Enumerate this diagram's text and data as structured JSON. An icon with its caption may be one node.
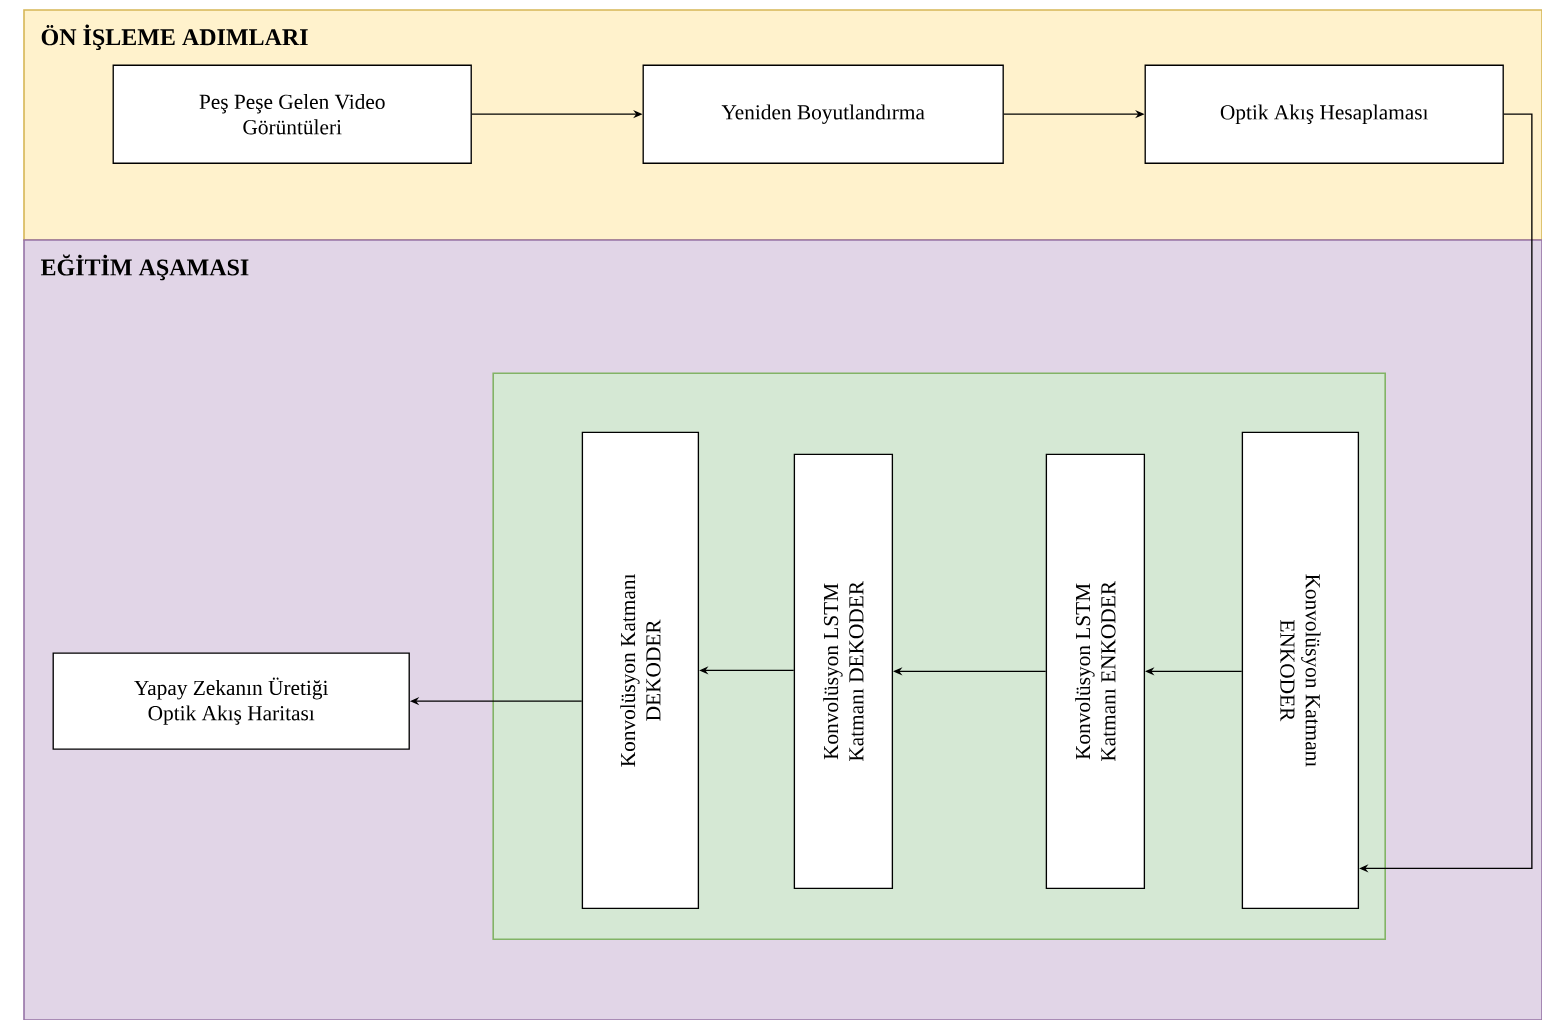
{
  "diagram": {
    "nodes": [
      {
        "text": [
          "ÖN İŞLEME ADIMLARI"
        ]
      },
      {
        "text": [
          "Peş Peşe Gelen Video Görüntüleri"
        ],
        "in": 0
      },
      {
        "text": [
          "Yeniden Boyutlandırma"
        ],
        "in": 0
      },
      {
        "text": [
          "Optik Akış Hesaplaması"
        ],
        "in": 0
      },
      {
        "text": [
          "EĞİTİM AŞAMASI"
        ]
      },
      {
        "text": [],
        "shape": "box",
        "in": 4
      },
      {
        "text": [
          "Konvolüsyon Katmanı ENKODER"
        ],
        "in": 5
      },
      {
        "text": [
          "Konvolüsyon LSTM Katmanı ENKODER"
        ],
        "in": 5
      },
      {
        "text": [
          "Konvolüsyon LSTM Katmanı DEKODER"
        ],
        "in": 5
      },
      {
        "text": [
          "Konvolüsyon Katmanı DEKODER"
        ],
        "in": 5
      },
      {
        "text": [
          "Yapay Zekanın Üretiği Optik Akış Haritası"
        ],
        "in": 4
      }
    ],
    "edges": [
      {
        "from": 1,
        "to": 2,
        "arrow": "to"
      },
      {
        "from": 2,
        "to": 3,
        "arrow": "to"
      },
      {
        "from": 3,
        "to": 6,
        "arrow": "to"
      },
      {
        "from": 6,
        "to": 7,
        "arrow": "to"
      },
      {
        "from": 7,
        "to": 8,
        "arrow": "to"
      },
      {
        "from": 8,
        "to": 9,
        "arrow": "to"
      },
      {
        "from": 9,
        "to": 10,
        "arrow": "to"
      }
    ]
  }
}
